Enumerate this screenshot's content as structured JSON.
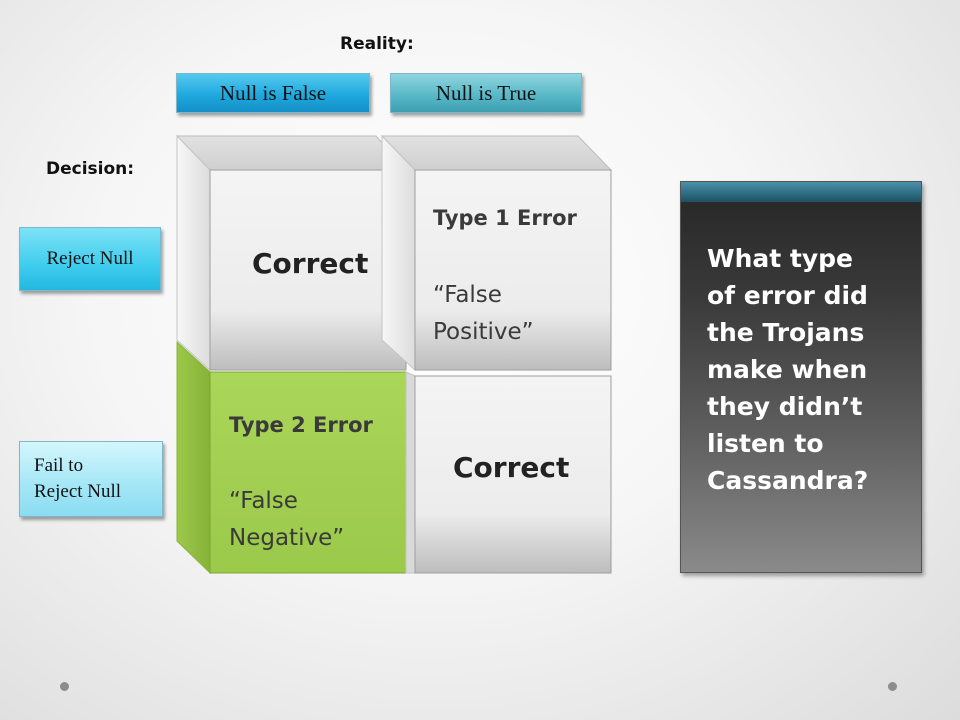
{
  "header": {
    "reality_label": "Reality:",
    "decision_label": "Decision:"
  },
  "columns": [
    {
      "label": "Null is False"
    },
    {
      "label": "Null is True"
    }
  ],
  "rows": [
    {
      "label": "Reject Null"
    },
    {
      "label_line1": "Fail to",
      "label_line2": "Reject Null"
    }
  ],
  "cells": {
    "reject_false": {
      "label": "Correct"
    },
    "reject_true": {
      "title": "Type 1 Error",
      "quote_line1": "“False",
      "quote_line2": "Positive”"
    },
    "fail_false": {
      "title": "Type 2 Error",
      "quote_line1": "“False",
      "quote_line2": "Negative”"
    },
    "fail_true": {
      "label": "Correct"
    }
  },
  "question": {
    "lines": [
      "What type",
      "of error did",
      "the Trojans",
      "make when",
      "they didn’t",
      "listen to",
      "Cassandra?"
    ]
  },
  "colors": {
    "gray_cube_front": "#f0f0f0",
    "green_cube_front": "#a9d356",
    "question_bar": "#2f6f86"
  }
}
